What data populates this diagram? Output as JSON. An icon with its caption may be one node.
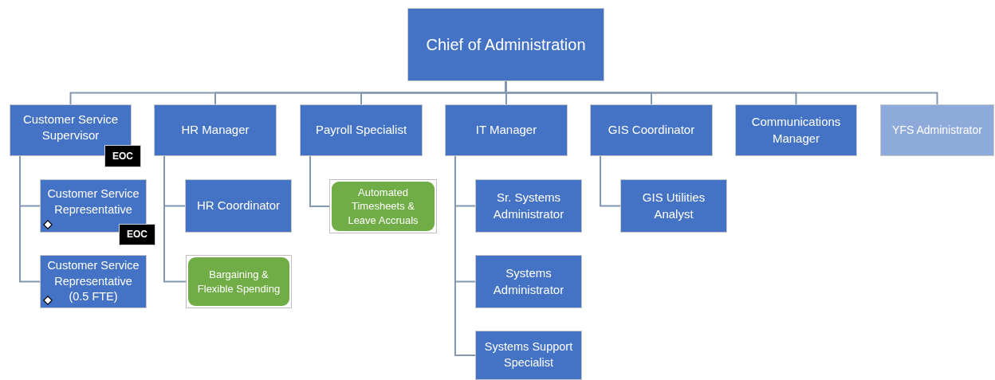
{
  "diagram": {
    "nodes": [
      {
        "text": [
          "Chief of Administration"
        ]
      },
      {
        "text": [
          "Customer Service Supervisor"
        ]
      },
      {
        "text": [
          "HR Manager"
        ]
      },
      {
        "text": [
          "Payroll Specialist"
        ]
      },
      {
        "text": [
          "IT Manager"
        ]
      },
      {
        "text": [
          "GIS Coordinator"
        ]
      },
      {
        "text": [
          "Communications Manager"
        ]
      },
      {
        "text": [
          "YFS Administrator"
        ]
      },
      {
        "text": [
          "EOC"
        ]
      },
      {
        "text": [
          "Customer Service Representative"
        ]
      },
      {
        "text": [
          "EOC"
        ]
      },
      {
        "text": [
          "Customer Service Representative (0.5 FTE)"
        ]
      },
      {
        "text": [
          "HR Coordinator"
        ]
      },
      {
        "text": [
          "Bargaining & Flexible Spending"
        ]
      },
      {
        "text": [
          "Automated Timesheets & Leave Accruals"
        ]
      },
      {
        "text": [
          "Sr. Systems Administrator"
        ]
      },
      {
        "text": [
          "Systems Administrator"
        ]
      },
      {
        "text": [
          "Systems Support Specialist"
        ]
      },
      {
        "text": [
          "GIS Utilities Analyst"
        ]
      }
    ],
    "edges": [
      {
        "from": 0,
        "to": 1,
        "arrow": "none"
      },
      {
        "from": 0,
        "to": 2,
        "arrow": "none"
      },
      {
        "from": 0,
        "to": 3,
        "arrow": "none"
      },
      {
        "from": 0,
        "to": 4,
        "arrow": "none"
      },
      {
        "from": 0,
        "to": 5,
        "arrow": "none"
      },
      {
        "from": 0,
        "to": 6,
        "arrow": "none"
      },
      {
        "from": 0,
        "to": 7,
        "arrow": "none"
      },
      {
        "from": 1,
        "to": 9,
        "arrow": "none"
      },
      {
        "from": 1,
        "to": 11,
        "arrow": "none"
      },
      {
        "from": 2,
        "to": 12,
        "arrow": "none"
      },
      {
        "from": 2,
        "to": 13,
        "arrow": "none"
      },
      {
        "from": 3,
        "to": 14,
        "arrow": "none"
      },
      {
        "from": 4,
        "to": 15,
        "arrow": "none"
      },
      {
        "from": 4,
        "to": 16,
        "arrow": "none"
      },
      {
        "from": 4,
        "to": 17,
        "arrow": "none"
      },
      {
        "from": 5,
        "to": 18,
        "arrow": "none"
      }
    ]
  }
}
